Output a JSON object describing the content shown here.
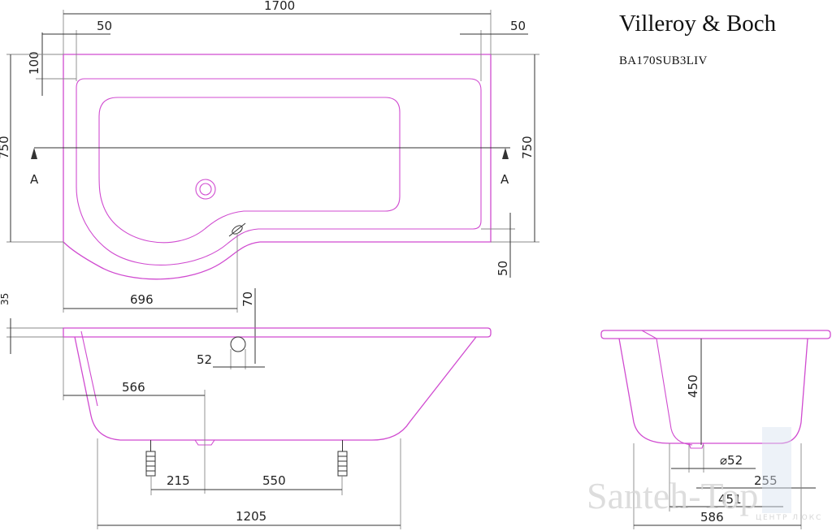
{
  "header": {
    "brand": "Villeroy & Boch",
    "model": "BA170SUB3LIV"
  },
  "top_view": {
    "overall_length": "1700",
    "left_rim": "50",
    "right_rim": "50",
    "rim_depth": "100",
    "width_left": "750",
    "width_right": "750",
    "section_mark_left": "A",
    "section_mark_right": "A",
    "step_depth": "50",
    "curve_length": "696",
    "overflow_offset": "70"
  },
  "side_view": {
    "rim_thickness": "35",
    "overflow_diameter": "52",
    "drain_offset": "566",
    "foot_offset": "215",
    "foot_spacing": "550",
    "base_length": "1205"
  },
  "end_view": {
    "depth": "450",
    "drain_diameter": "⌀52",
    "drain_offset": "255",
    "base_offset": "451",
    "base_width": "586"
  },
  "watermark": {
    "text": "Santeh-Top",
    "subtext": "ЦЕНТР ЛЮКС"
  },
  "colors": {
    "outline": "#d04bd0",
    "dimension": "#333333"
  }
}
